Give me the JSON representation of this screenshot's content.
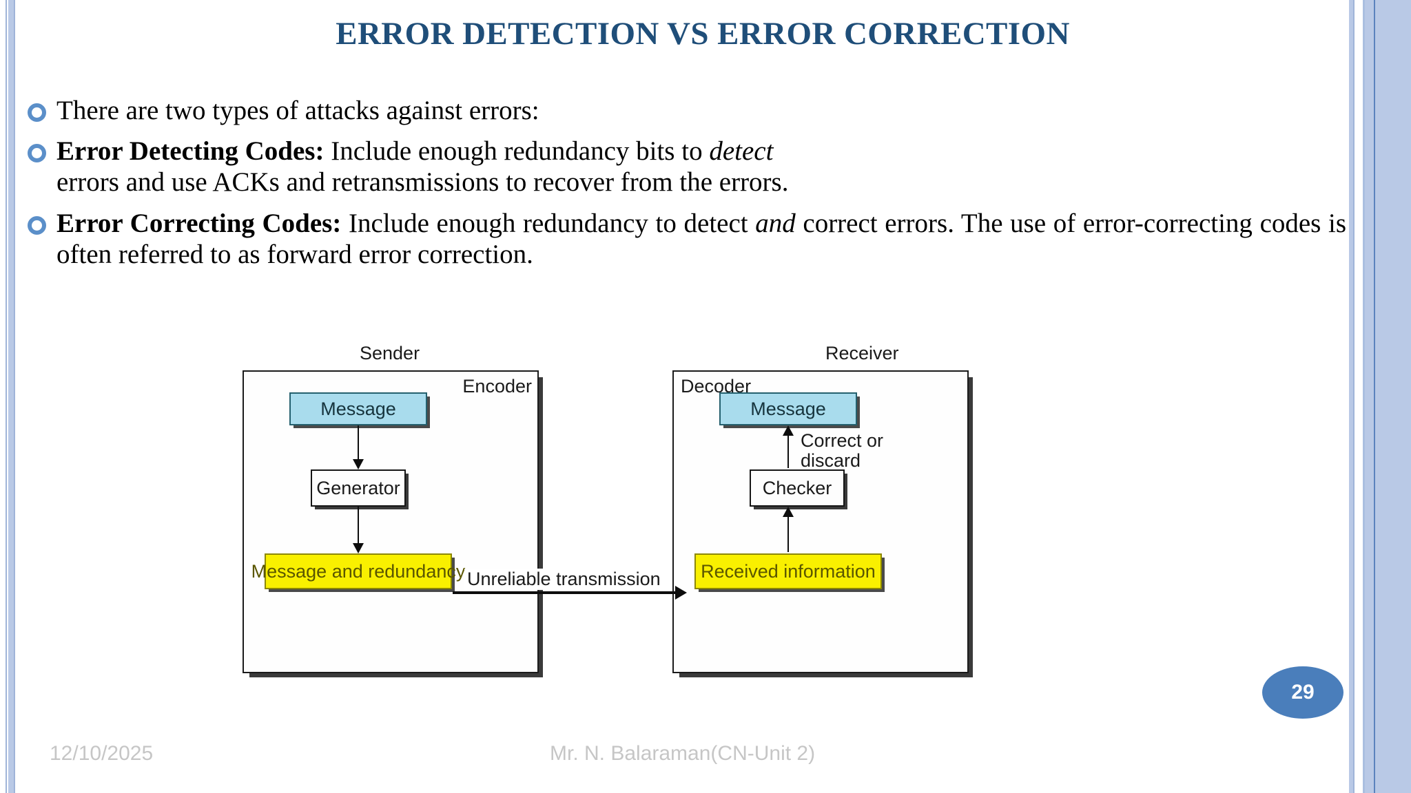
{
  "slide": {
    "title": "ERROR DETECTION VS ERROR  CORRECTION",
    "accent_color": "#1f4e79",
    "bullet_color": "#5b8fc9",
    "page_number": "29"
  },
  "bullets": [
    {
      "id": "intro",
      "text": "There are two types of attacks against errors:"
    },
    {
      "id": "error-detecting-codes",
      "lead": "Error Detecting Codes:",
      "text_before_italic": " Include enough redundancy bits to ",
      "italic": "detect",
      "text_after_italic": "",
      "second_line": "errors and use ACKs and retransmissions to recover from the errors."
    },
    {
      "id": "error-correcting-codes",
      "lead": "Error Correcting Codes:",
      "text_before_italic": " Include enough redundancy to detect ",
      "italic": "and",
      "text_after_italic": "  correct errors. The use of error-correcting codes is often referred to as  forward error correction."
    }
  ],
  "figure": {
    "sender_caption": "Sender",
    "receiver_caption": "Receiver",
    "encoder_label": "Encoder",
    "decoder_label": "Decoder",
    "sender_nodes": {
      "message": "Message",
      "generator": "Generator",
      "message_and_redundancy": "Message and redundancy"
    },
    "receiver_nodes": {
      "message": "Message",
      "checker": "Checker",
      "received_information": "Received information"
    },
    "link_label": "Unreliable transmission",
    "correct_or_discard_line1": "Correct or",
    "correct_or_discard_line2": "discard",
    "colors": {
      "message_fill": "#a9dced",
      "yellow_fill": "#f9f000",
      "plain_fill": "#fdfdfd"
    }
  },
  "footer": {
    "date": "12/10/2025",
    "author": "Mr. N. Balaraman(CN-Unit 2)"
  }
}
